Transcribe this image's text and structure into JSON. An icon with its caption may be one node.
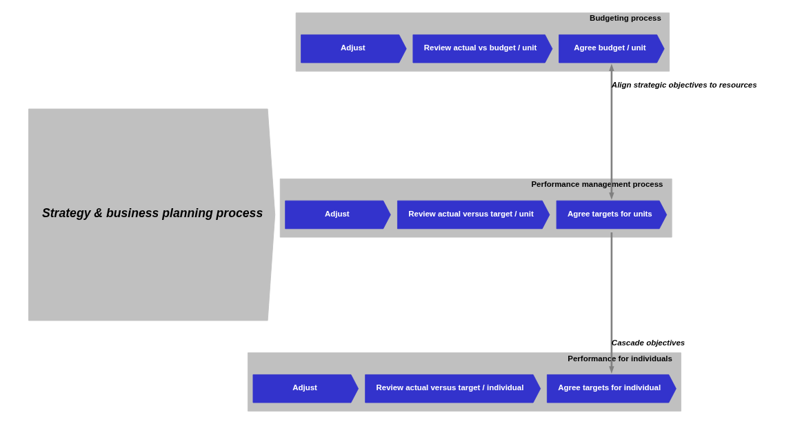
{
  "diagram": {
    "nodes": [
      {
        "text": [
          "Strategy & business planning process"
        ]
      },
      {
        "text": [
          "Budgeting process"
        ]
      },
      {
        "text": [
          "Agree budget / unit"
        ],
        "in": 1
      },
      {
        "text": [
          "Review actual vs budget / unit"
        ],
        "in": 1
      },
      {
        "text": [
          "Adjust"
        ],
        "in": 1
      },
      {
        "text": [
          "Performance management process"
        ]
      },
      {
        "text": [
          "Agree targets for units"
        ],
        "in": 5
      },
      {
        "text": [
          "Review actual versus target / unit"
        ],
        "in": 5
      },
      {
        "text": [
          "Adjust"
        ],
        "in": 5
      },
      {
        "text": [
          "Performance for individuals"
        ]
      },
      {
        "text": [
          "Agree targets for individual"
        ],
        "in": 9
      },
      {
        "text": [
          "Review actual versus target / individual"
        ],
        "in": 9
      },
      {
        "text": [
          "Adjust"
        ],
        "in": 9
      }
    ],
    "edges": [
      {
        "from": 2,
        "to": 6,
        "arrow": "both",
        "label": "Align strategic objectives to resources"
      },
      {
        "from": 6,
        "to": 10,
        "arrow": "to",
        "label": "Cascade objectives"
      }
    ]
  }
}
